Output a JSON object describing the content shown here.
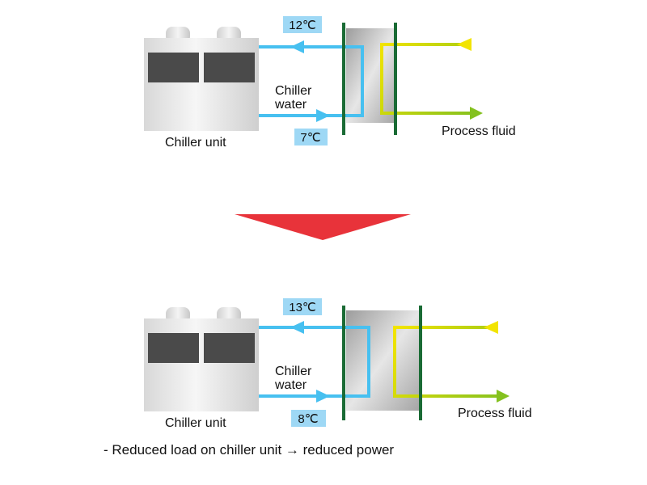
{
  "top": {
    "return_temp": "12℃",
    "supply_temp": "7℃",
    "chiller_water_line1": "Chiller",
    "chiller_water_line2": "water",
    "unit_label": "Chiller unit",
    "process_label": "Process fluid"
  },
  "bottom": {
    "return_temp": "13℃",
    "supply_temp": "8℃",
    "chiller_water_line1": "Chiller",
    "chiller_water_line2": "water",
    "unit_label": "Chiller unit",
    "process_label": "Process fluid"
  },
  "note": "- Reduced load on chiller unit → reduced power",
  "colors": {
    "water_pipe": "#47c0f0",
    "process_start": "#f2e400",
    "process_end": "#84c11f",
    "plate": "#1a6b35",
    "arrow_down": "#e8333a",
    "temp_box": "#9ed8f5"
  }
}
